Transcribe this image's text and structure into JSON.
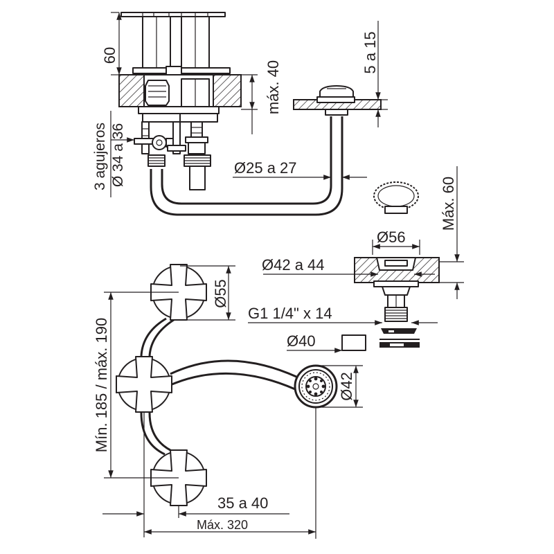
{
  "dimensions": {
    "height_60": "60",
    "max_40": "máx. 40",
    "range_5_15": "5 a 15",
    "holes_line1": "3 agujeros",
    "holes_line2": "Ø 34 a 36",
    "pipe_diam": "Ø25 a 27",
    "max_60": "Máx. 60",
    "d56": "Ø56",
    "d42_44": "Ø42 a 44",
    "thread": "G1 1/4\" x 14",
    "d40": "Ø40",
    "d55": "Ø55",
    "min_max": "Mín. 185 / máx. 190",
    "d42": "Ø42",
    "range_35_40": "35 a 40",
    "max_320": "Máx. 320"
  },
  "colors": {
    "line": "#231f20",
    "background": "#ffffff"
  }
}
